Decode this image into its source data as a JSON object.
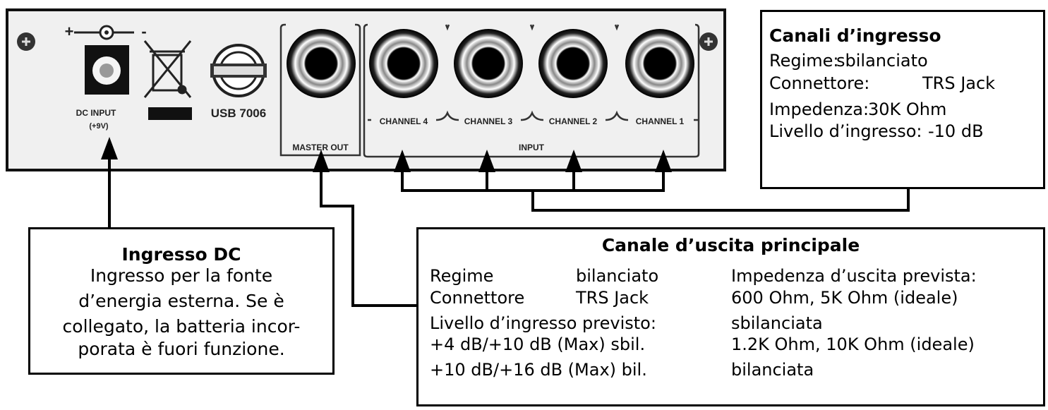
{
  "panel": {
    "dc_label_1": "DC INPUT",
    "dc_label_2": "(+9V)",
    "polarity_plus": "+",
    "polarity_minus": "-",
    "model": "USB 7006",
    "master_out": "MASTER OUT",
    "input": "INPUT",
    "channels": [
      "CHANNEL 4",
      "CHANNEL 3",
      "CHANNEL 2",
      "CHANNEL 1"
    ]
  },
  "inputs_box": {
    "title": "Canali d’ingresso",
    "lines": [
      {
        "label": "Regime:",
        "value": "sbilanciato"
      },
      {
        "label": "Connettore:",
        "value": "TRS Jack"
      },
      {
        "label": "Impedenza:",
        "value": "30K Ohm"
      },
      {
        "label": "Livello d’ingresso:",
        "value": "-10 dB"
      }
    ]
  },
  "dc_box": {
    "title": "Ingresso DC",
    "lines": [
      "Ingresso per la fonte",
      "d’energia esterna. Se è",
      "collegato, la batteria incor-",
      "porata è fuori funzione."
    ]
  },
  "main_out_box": {
    "title": "Canale d’uscita principale",
    "regime_label": "Regime",
    "regime_value": "bilanciato",
    "connector_label": "Connettore",
    "connector_value": "TRS Jack",
    "level_label": "Livello d’ingresso previsto:",
    "level_unbal": "+4 dB/+10 dB (Max) sbil.",
    "level_bal": "+10 dB/+16 dB (Max) bil.",
    "imp_label": "Impedenza d’uscita prevista:",
    "imp_values_1": "600 Ohm, 5K Ohm (ideale)",
    "imp_unbal_label": "sbilanciata",
    "imp_values_2": "1.2K Ohm, 10K Ohm (ideale)",
    "imp_bal_label": "bilanciata"
  }
}
